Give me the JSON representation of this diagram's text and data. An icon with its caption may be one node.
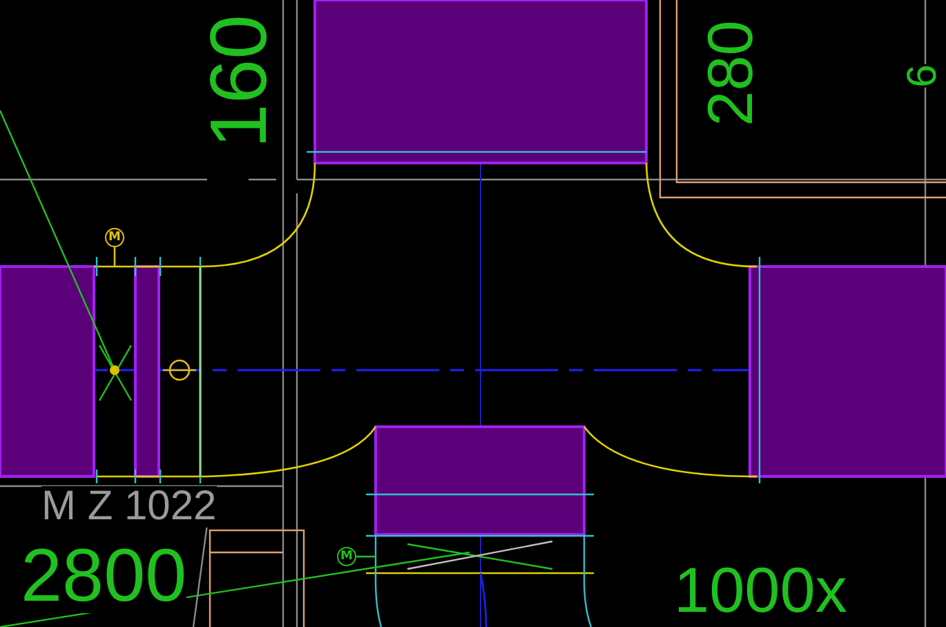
{
  "diagram": {
    "nodes": [
      {
        "text": [
          "M"
        ]
      },
      {
        "text": [
          "M"
        ]
      }
    ],
    "edges": [
      {
        "from": 0,
        "to": null,
        "arrow": "none"
      },
      {
        "from": 1,
        "to": null,
        "arrow": "none",
        "color": "#20c020"
      }
    ],
    "labels": [
      "160",
      "280",
      "6",
      "M Z 1022",
      "2800",
      "1000x"
    ]
  }
}
